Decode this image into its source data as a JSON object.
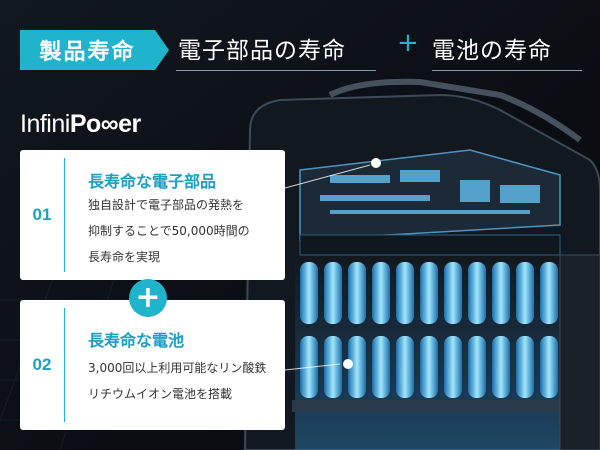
{
  "header": {
    "tag": "製品寿命",
    "part1": "電子部品の寿命",
    "plus": "+",
    "part2": "電池の寿命"
  },
  "logo": {
    "text_a": "Infini",
    "text_b": "Po",
    "text_c": "er",
    "symbol": "∞"
  },
  "cards": [
    {
      "number": "01",
      "title": "長寿命な電子部品",
      "line1": "独自設計で電子部品の発熱を",
      "line2": "抑制することで50,000時間の",
      "line3": "長寿命を実現"
    },
    {
      "number": "02",
      "title": "長寿命な電池",
      "line1": "3,000回以上利用可能なリン酸鉄",
      "line2": "リチウムイオン電池を搭載"
    }
  ],
  "connector_plus": "+",
  "colors": {
    "accent": "#1fb4cc",
    "title": "#1a9fc4",
    "background": "#0a0d12"
  }
}
